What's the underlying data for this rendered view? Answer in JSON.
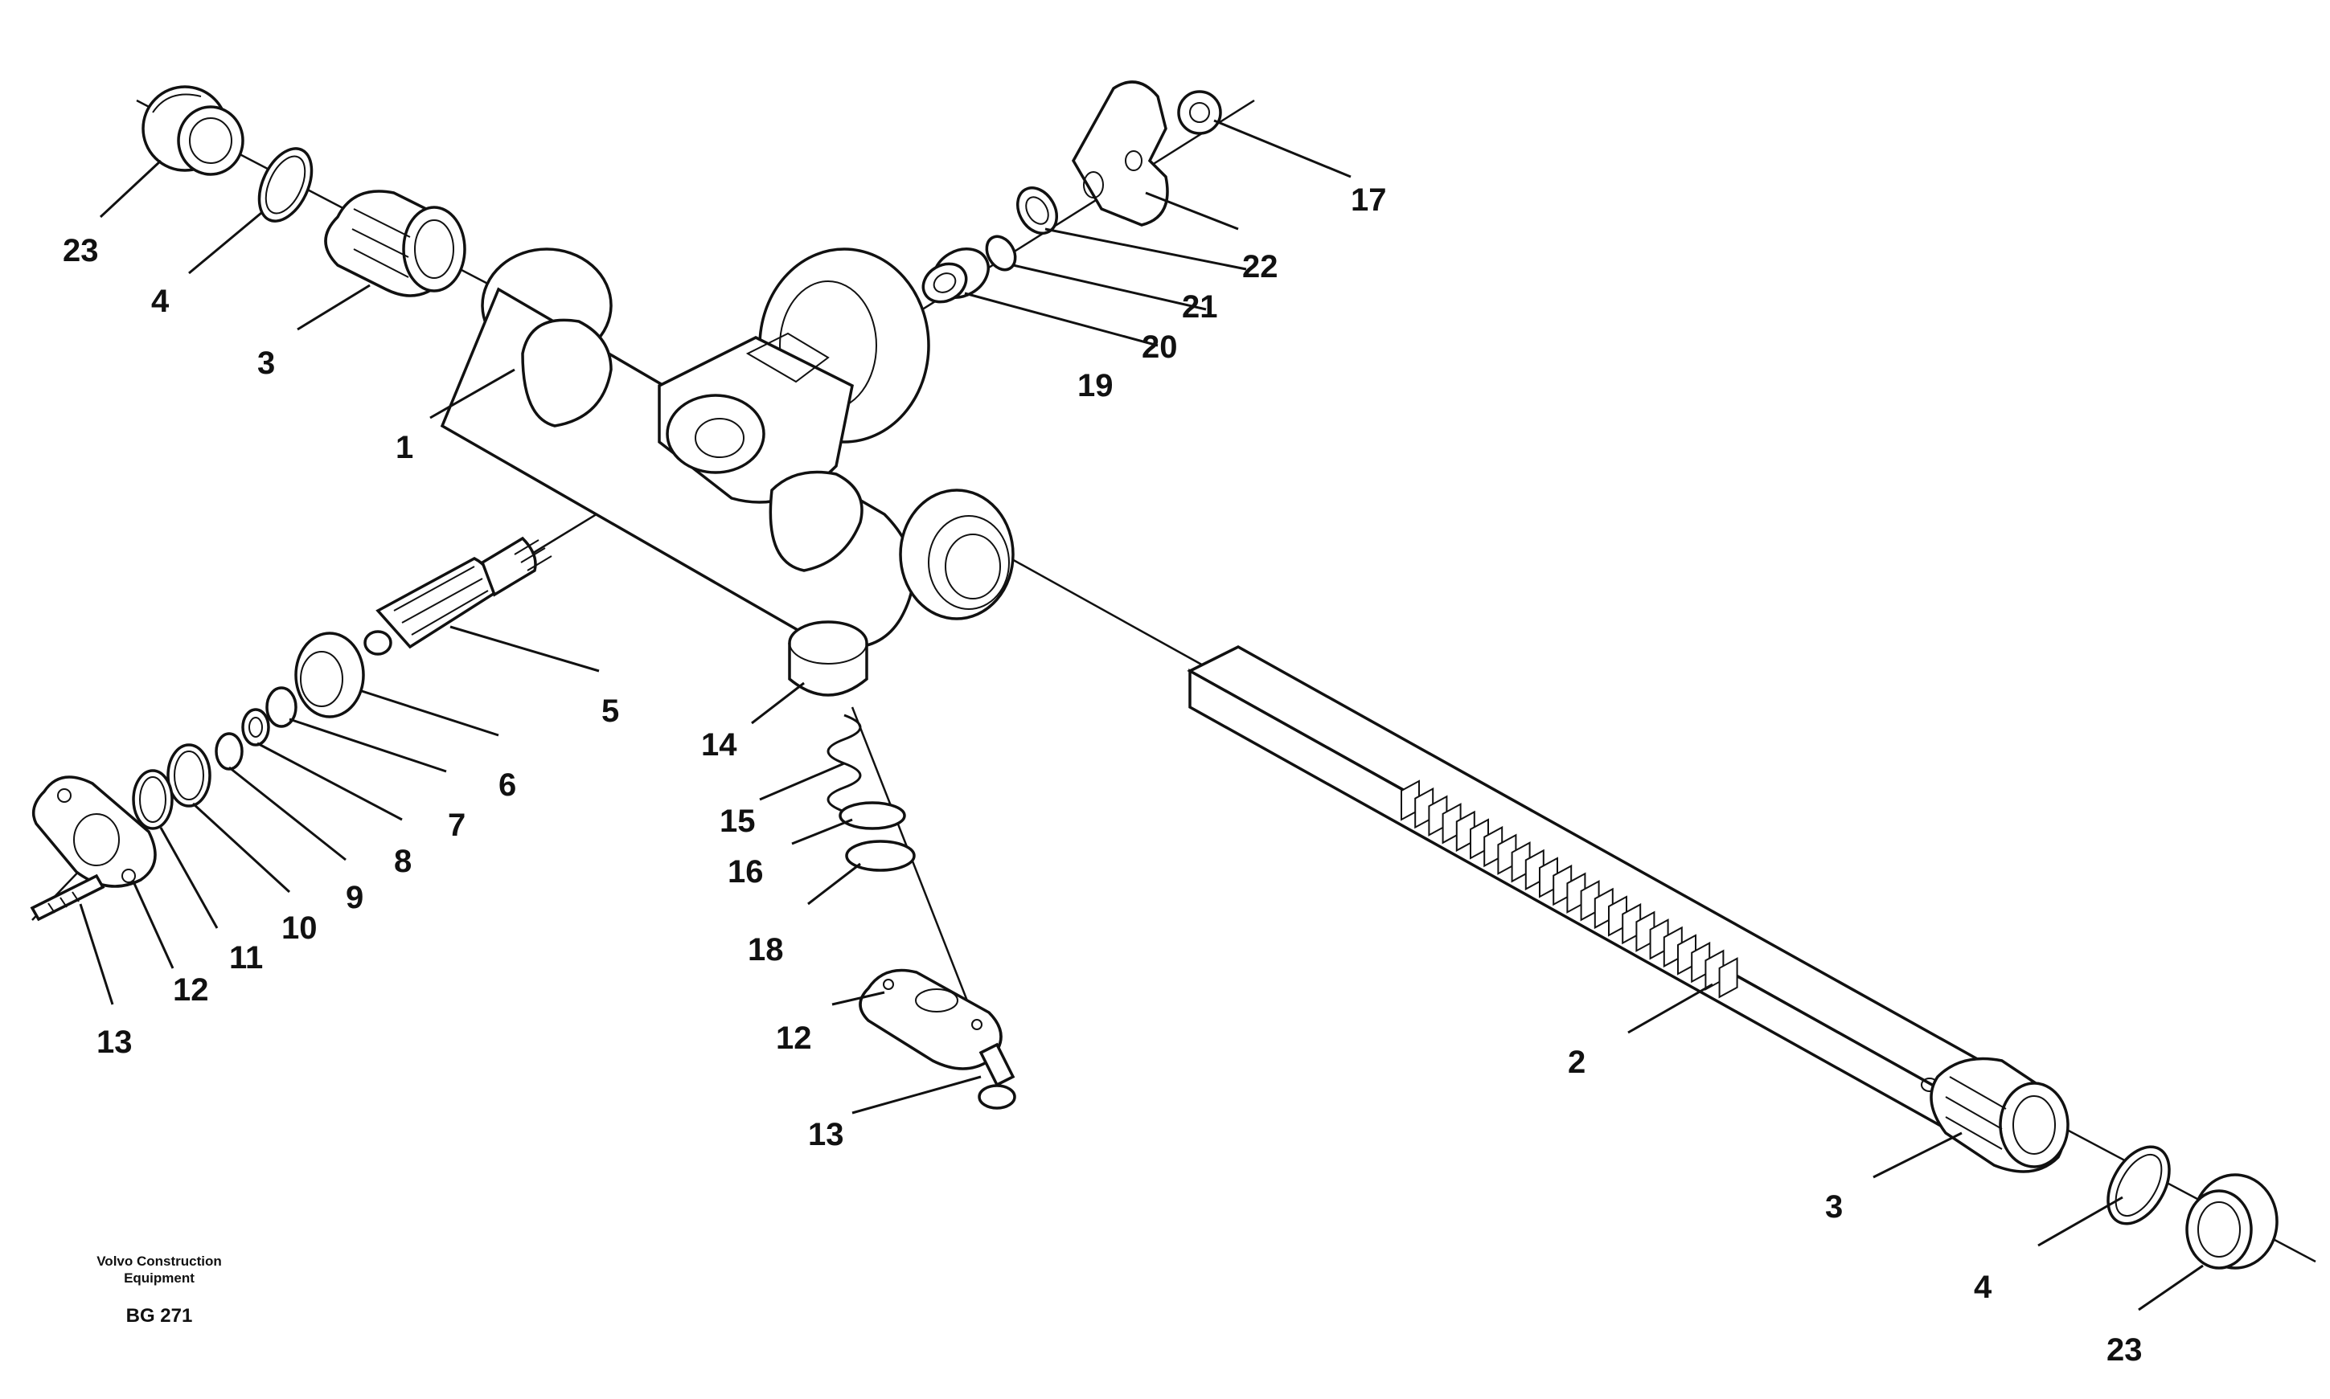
{
  "diagram": {
    "callouts": [
      "1",
      "2",
      "3",
      "3",
      "4",
      "4",
      "5",
      "6",
      "7",
      "8",
      "9",
      "10",
      "11",
      "12",
      "12",
      "13",
      "13",
      "14",
      "15",
      "16",
      "17",
      "18",
      "19",
      "20",
      "21",
      "22",
      "23",
      "23"
    ],
    "footer": {
      "brand_line1": "Volvo Construction",
      "brand_line2": "Equipment",
      "code": "BG 271"
    }
  }
}
